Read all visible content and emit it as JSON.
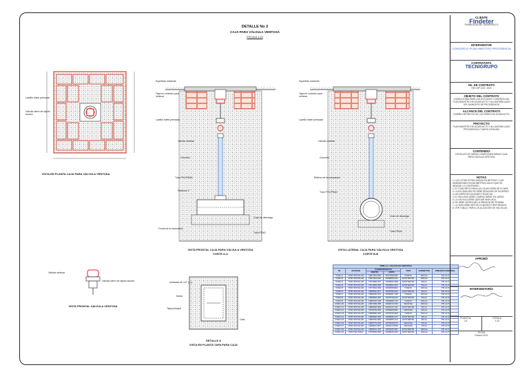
{
  "title": {
    "main": "DETALLE No 2",
    "sub": "CAJA PARA VÁLVULA VENTOSA",
    "scale": "ESCALA 1:10"
  },
  "views": {
    "plan": "VISTA EN PLANTA CAJA PARA VÁLVULA VENTOSA",
    "front": "VISTA FRONTAL CAJA PARA VÁLVULA VENTOSA",
    "front_cut": "CORTE A-A",
    "side": "VISTA LATERAL CAJA PARA VÁLVULA VENTOSA",
    "side_cut": "CORTE B-B",
    "valve": "VISTA FRONTAL VÁLVULA VENTOSA",
    "detail": "DETALLE A",
    "detail_sub": "VISTA EN PLANTA TAPA PARA CAJA"
  },
  "labels": {
    "ladrillo": "Ladrillo tolete prensado",
    "valvula_cierre": "Válvula cierre de rápido acceso",
    "superficie": "Superficie existente",
    "tapa": "Tapa en concreto para ventosa",
    "tuberia": "Tubo PVC/PEAD",
    "concreto": "Concreto",
    "relleno": "Relleno de la excavación",
    "codo": "Codo de descarga",
    "fondo": "Fondo de la excavación",
    "tubo_pead": "Tubo PEAD",
    "ventosa": "Válvula ventosa",
    "reductor": "Reductor 1\"",
    "detalle_a_cota": "Unidades de 1/2\" [+/-]",
    "marco": "Marco",
    "tapa_principal": "Tapa principal",
    "cota": "Cota"
  },
  "table": {
    "title": "TABLA 1. VÁLVULAS VENTOSA",
    "group": "COORDENADAS",
    "headers": [
      "ID",
      "ESTADO",
      "NORTE",
      "ESTE",
      "TIPO",
      "DIÁMETRO",
      "PRESIÓN NOMINAL"
    ],
    "rows": [
      [
        "VVEN-1",
        "POR INSTALAR",
        "1867344,646",
        "1057568,882",
        "NUEVA",
        "160mm",
        "PN 12,5"
      ],
      [
        "VVEN-2",
        "POR INSTALAR",
        "1867344,646",
        "1069895,041",
        "EXISTENTE",
        "160mm",
        "PN 12,5"
      ],
      [
        "VVEN-3",
        "POR INSTALAR",
        "1871906,257",
        "1069462,298",
        "EXISTENTE",
        "90mm",
        "PN 12,5"
      ],
      [
        "VVEN-4",
        "POR INSTALAR",
        "1871906,360",
        "1062862,283",
        "EXISTENTE",
        "90mm",
        "PN 12,5"
      ],
      [
        "VVEN-5",
        "POR INSTALAR",
        "1871091,646",
        "1062988,862",
        "NUEVA",
        "160mm",
        "PN 12,5"
      ],
      [
        "VVEN-6",
        "POR INSTALAR",
        "1869552,547",
        "1058780,464",
        "EXISTENTE",
        "90mm",
        "PN 12,5"
      ],
      [
        "VVEN-7",
        "POR INSTALAR",
        "1868495,647",
        "1056961,799",
        "NUEVA",
        "160mm",
        "PN 12,5"
      ],
      [
        "VVEN-8",
        "POR INSTALAR",
        "1868608,382",
        "1057816,022",
        "EXISTENTE",
        "90mm",
        "PN 12,5"
      ],
      [
        "VVEN-9",
        "POR INSTALAR",
        "1868782,198",
        "1058488,743",
        "NUEVA",
        "160mm",
        "PN 12,5"
      ],
      [
        "VVEN-10",
        "POR INSTALAR",
        "1867399,458",
        "1064072,702",
        "VECINAL",
        "160mm",
        "PN 12,5"
      ],
      [
        "VVEN-11",
        "POR INSTALAR",
        "1868908,382",
        "1062431,311",
        "EXISTENTE",
        "90mm",
        "PN 12,5"
      ],
      [
        "VVEN-12",
        "POR INSTALAR",
        "1870152,091",
        "1059469,961",
        "VECINAL",
        "90mm",
        "PN 12,5"
      ],
      [
        "VVEN-13",
        "POR INSTALAR",
        "1868096,354",
        "1067849,992",
        "NUEVA",
        "160mm",
        "PN 12,5"
      ],
      [
        "VVEN-14",
        "POR INSTALAR",
        "1868096,309",
        "1068995,271",
        "EXISTENTE",
        "90mm",
        "PN 12,5"
      ],
      [
        "VVEN-15",
        "POR INSTALAR",
        "1869782,833",
        "1069865,112",
        "EXISTENTE",
        "90mm",
        "PN 12,5"
      ],
      [
        "VVEN-16",
        "POR INSTALAR",
        "1869775,220",
        "1065405,872",
        "VECINAL",
        "63mm",
        "PN 12,5"
      ],
      [
        "VVEN-17",
        "POR INSTALAR",
        "1868007,957",
        "1063470,598",
        "VECINAL",
        "63mm",
        "PN 12,5"
      ],
      [
        "VVEN-18",
        "POR INSTALAR",
        "1868012,475",
        "1063105,281",
        "EXISTENTE",
        "160mm",
        "PN 12,5"
      ],
      [
        "VVEN-19",
        "PROYECTADA",
        "1870526,066",
        "1068936,282",
        "EXISTENTE",
        "160mm",
        "PN 12,5"
      ]
    ]
  },
  "titleblock": {
    "client_label": "CLIENTE",
    "client_logo": "Findeter",
    "client_sub": "FINANCIERA DEL DESARROLLO",
    "project_label": "INTERVENTOR",
    "project_name": "CONSORCIO PLAN MAESTRO PROVIDENCIA",
    "contractor_label": "CONTRATISTA",
    "contractor_logo": "TECNIGRUPO",
    "contract_label": "No. DE CONTRATO",
    "contract_no": "PAF-ATF-025 - 2020",
    "object_label": "OBJETO DEL CONTRATO",
    "object_text": "CONSULTORÍA PARA LOS ESTUDIOS Y DISEÑOS DEL PLAN MAESTRO DE ACUEDUCTO Y ALCANTARILLADO DEL MUNICIPIO DE PROVIDENCIA",
    "scope_label": "ALCANCE DEL CONTRATO",
    "scope_text": "DISEÑO DEFINITIVO DE LAS REDES DE ACUEDUCTO",
    "plan_label": "PROYECTO",
    "plan_text": "PLAN MAESTRO DE ACUEDUCTO Y ALCANTARILLADO PROVIDENCIA Y SANTA CATALINA",
    "content_label": "CONTENIDO",
    "content_text": "DETALLES DE OBRAS COMPLEMENTARIAS CAJA PARA VÁLVULA VENTOSA",
    "notes_label": "NOTAS",
    "notes": [
      "1. LAS COTAS ESTÁN DADAS EN METROS Y LAS DIMENSIONES EN MILÍMETROS SALVO QUE SE INDIQUE LO CONTRARIO.",
      "2. EL CONCRETO PARA LAS CAJAS SERÁ DE 21 MPA.",
      "3. LA EXCAVACIÓN SE DEBE REALIZAR DE ACUERDO A LAS ESPECIFICACIONES TÉCNICAS.",
      "4. EL RELLENO DEBE COMPACTARSE EN CAPAS.",
      "5. LA VÁLVULA DEBE QUEDAR NIVELADA.",
      "6. SE DEBE VERIFICAR LA PRESIÓN DE PRUEBA.",
      "7. LA TAPA DEBE SER EN CONCRETO REFORZADO.",
      "8. VER TABLA 1 PARA LOCALIZACIÓN DE VÁLVULAS."
    ],
    "approval_label": "APROBÓ",
    "reviewed_label": "INTERVENTORÍA",
    "sheet_label": "PLANO No",
    "sheet_value": "1/1",
    "scale_label": "ESCALA",
    "scale_value": "1:10",
    "date_label": "FECHA",
    "date_value": "Febrero 2021"
  }
}
